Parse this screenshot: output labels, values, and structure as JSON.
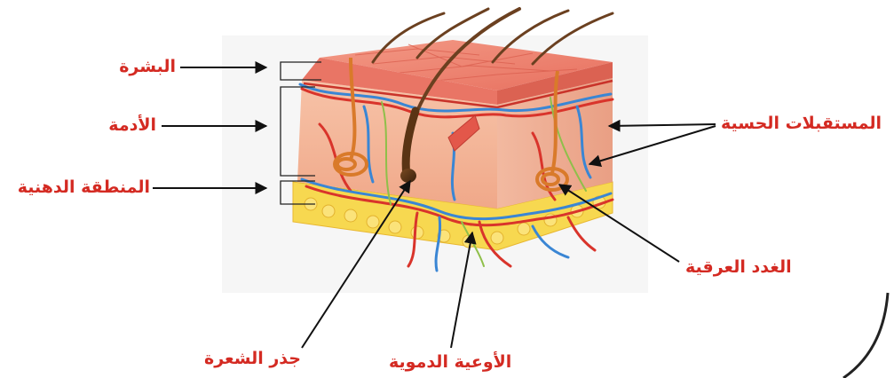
{
  "labels": {
    "epidermis": "البشرة",
    "dermis": "الأدمة",
    "hypodermis": "المنطقة الدهنية",
    "sensory_receptors": "المستقبلات الحسية",
    "sweat_glands": "الغدد العرقية",
    "hair_root": "جذر الشعرة",
    "blood_vessels": "الأوعية الدموية"
  },
  "colors": {
    "label_text": "#d42a22",
    "pointer_arrows": "#111111",
    "epidermis_surface": "#ef7a6e",
    "dermis": "#f4b59a",
    "fat_layer": "#f6d24a",
    "artery": "#d9342b",
    "vein": "#3a86d4"
  }
}
